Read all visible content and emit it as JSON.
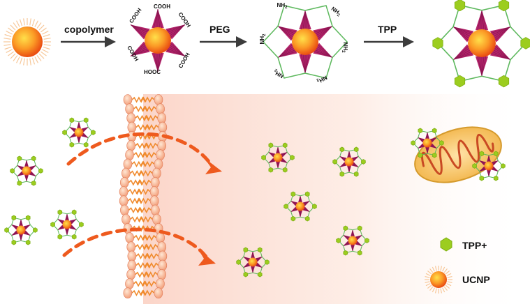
{
  "steps": {
    "copolymer": "copolymer",
    "peg": "PEG",
    "tpp": "TPP"
  },
  "groups": {
    "cooh": "COOH",
    "hooc": "HOOC",
    "nh2": "NH",
    "nh2_sub": "2"
  },
  "legend": {
    "tpp_plus": "TPP+",
    "ucnp": "UCNP"
  },
  "colors": {
    "core_outer": "#f26a1b",
    "core_inner": "#ffd23a",
    "spike": "#b3246b",
    "linker": "#5cb85c",
    "tpp_hex": "#9ccd1f",
    "dashed_arrow": "#ee5a1e",
    "membrane_orange": "#f08a2c",
    "gradient_tint": "#fbe0d6",
    "mitochondrion": "#f6c15a"
  },
  "icons": {
    "nanoparticle": "ucnp-core-icon",
    "tpp": "hexagon-icon",
    "mitochondrion": "mitochondrion-icon",
    "membrane": "lipid-bilayer-icon"
  }
}
